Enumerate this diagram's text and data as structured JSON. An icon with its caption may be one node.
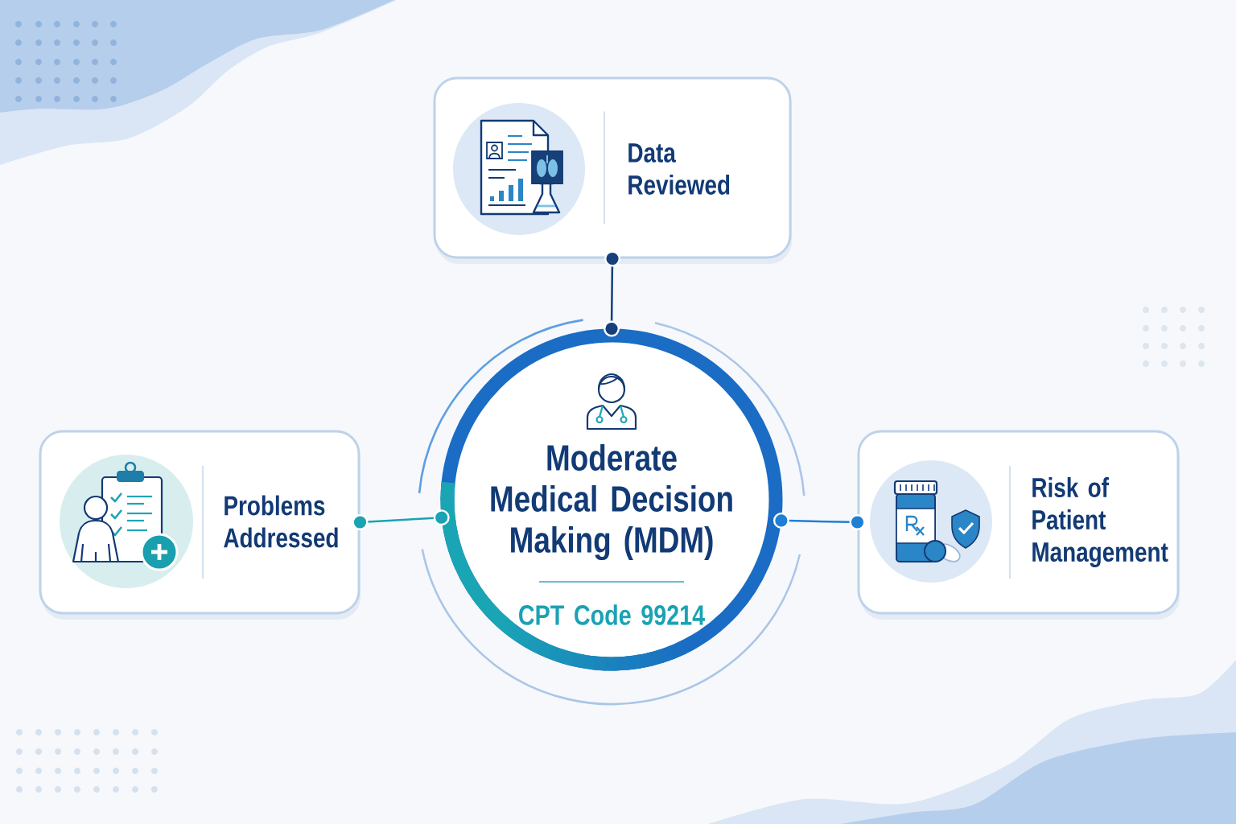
{
  "diagram": {
    "nodes": [
      {
        "text": [
          "Data Reviewed"
        ]
      },
      {
        "text": [
          "Problems Addressed"
        ]
      },
      {
        "text": [
          "Moderate Medical Decision Making (MDM)",
          "CPT Code 99214"
        ]
      },
      {
        "text": [
          "Risk of Patient Management"
        ]
      }
    ],
    "edges": [
      {
        "from": 2,
        "to": 0,
        "arrow": "other",
        "color": "#163f7c"
      },
      {
        "from": 1,
        "to": 2,
        "arrow": "other",
        "color": "#1ba3b3"
      },
      {
        "from": 2,
        "to": 3,
        "arrow": "other",
        "color": "#1f7fd4"
      }
    ]
  }
}
